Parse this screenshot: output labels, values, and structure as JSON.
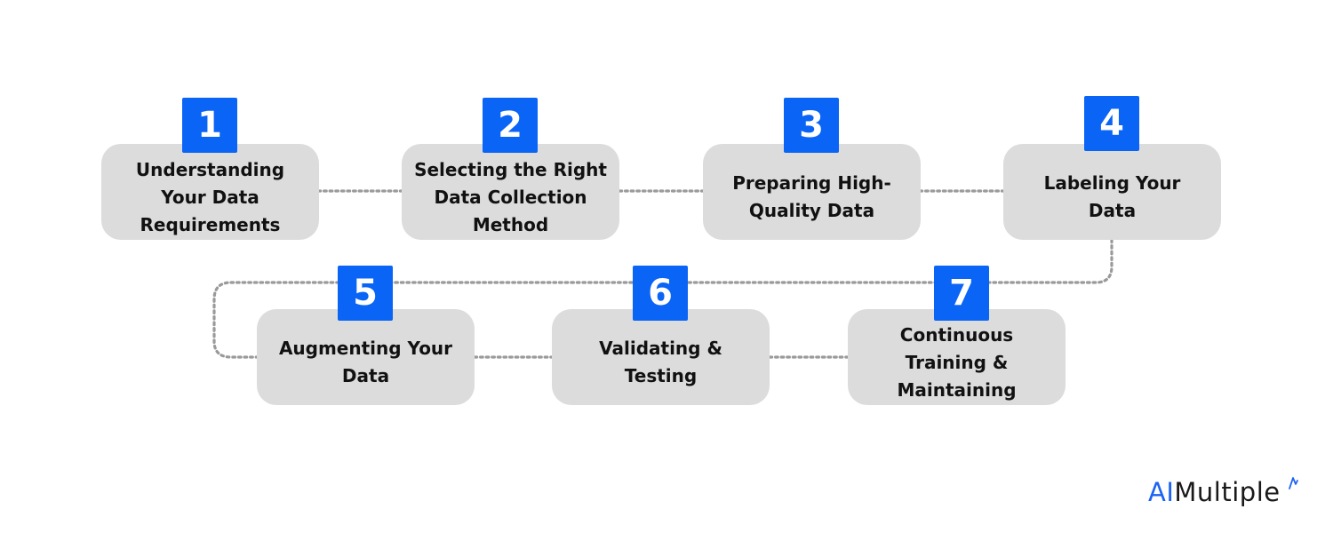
{
  "steps": [
    {
      "number": "1",
      "label_lines": [
        "Understanding",
        "Your Data",
        "Requirements"
      ]
    },
    {
      "number": "2",
      "label_lines": [
        "Selecting the Right",
        "Data Collection",
        "Method"
      ]
    },
    {
      "number": "3",
      "label_lines": [
        "Preparing High-",
        "Quality Data"
      ]
    },
    {
      "number": "4",
      "label_lines": [
        "Labeling Your",
        "Data"
      ]
    },
    {
      "number": "5",
      "label_lines": [
        "Augmenting Your",
        "Data"
      ]
    },
    {
      "number": "6",
      "label_lines": [
        "Validating &",
        "Testing"
      ]
    },
    {
      "number": "7",
      "label_lines": [
        "Continuous",
        "Training &",
        "Maintaining"
      ]
    }
  ],
  "logo": {
    "part1": "AI",
    "part2": "Multiple"
  },
  "colors": {
    "accent": "#0a64f5",
    "box": "#dcdcdc",
    "connector": "#9a9a9a",
    "logo_blue": "#1b63f3"
  }
}
